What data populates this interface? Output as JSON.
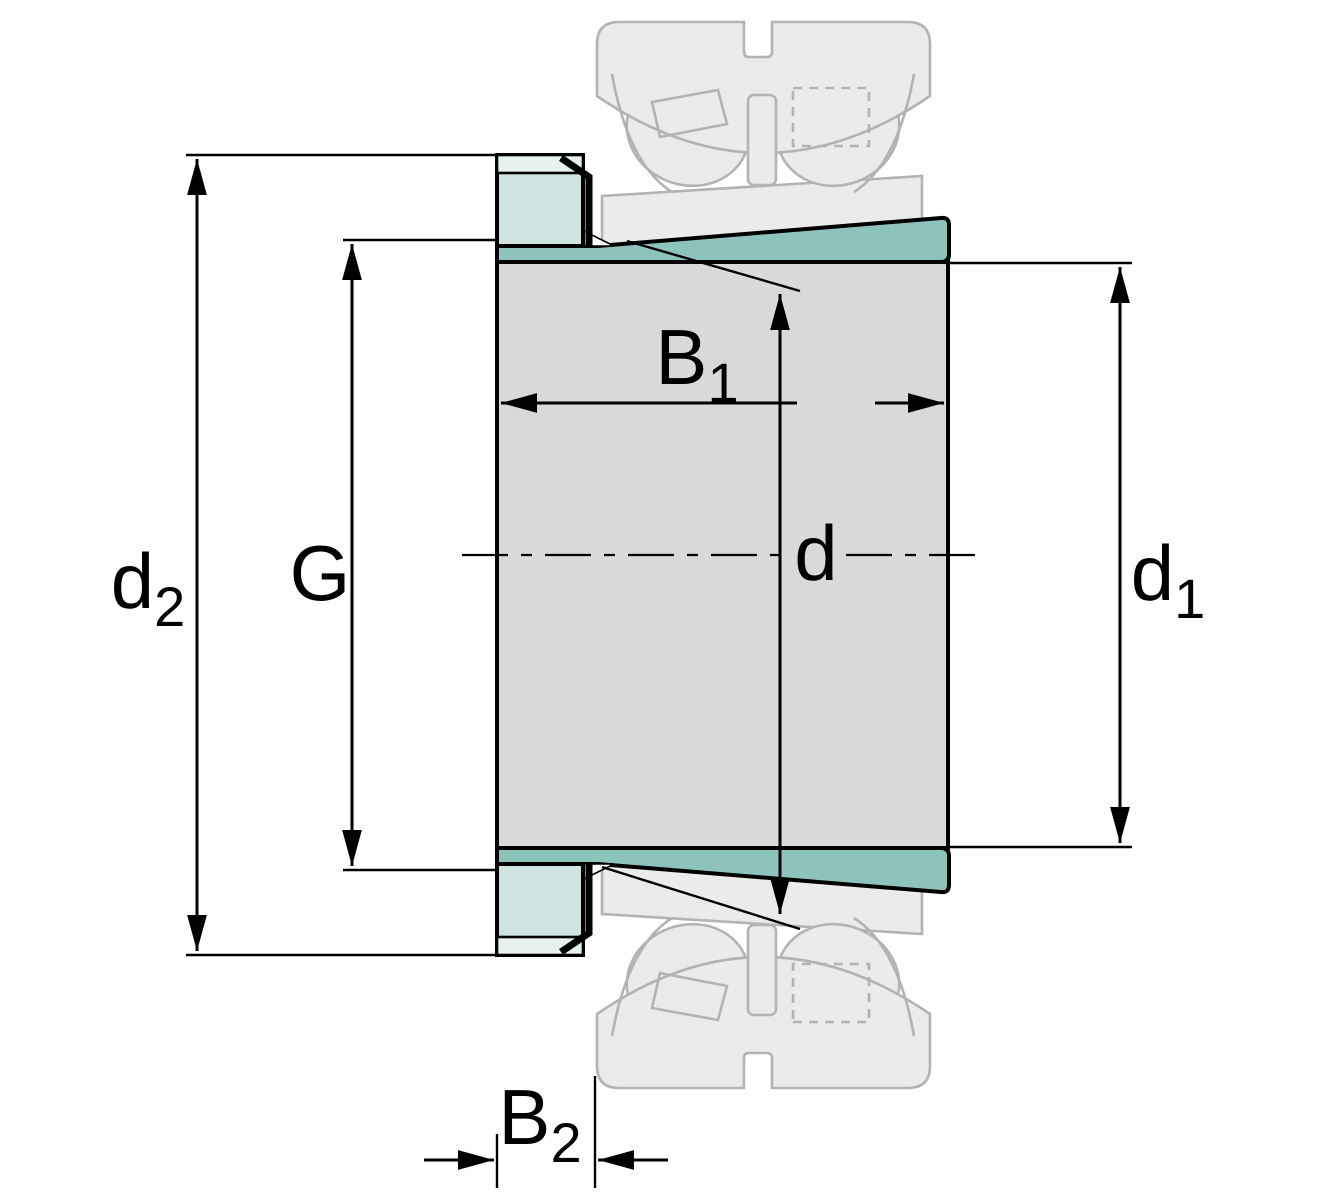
{
  "diagram": {
    "name": "Adapter sleeve with spherical roller bearing - dimension drawing",
    "colors": {
      "background": "#ffffff",
      "body_fill": "#d9d9d9",
      "sleeve_teal": "#8cc4bc",
      "nut_fill": "#cfe4e0",
      "nut_band_fill": "#e7f2ef",
      "ghost_fill": "#ebebeb",
      "ghost_stroke": "#b3b3b3",
      "line": "#000000"
    },
    "labels": {
      "d2": {
        "main": "d",
        "sub": "2"
      },
      "G": {
        "main": "G",
        "sub": ""
      },
      "B1": {
        "main": "B",
        "sub": "1"
      },
      "d": {
        "main": "d",
        "sub": ""
      },
      "d1": {
        "main": "d",
        "sub": "1"
      },
      "B2": {
        "main": "B",
        "sub": "2"
      }
    }
  }
}
